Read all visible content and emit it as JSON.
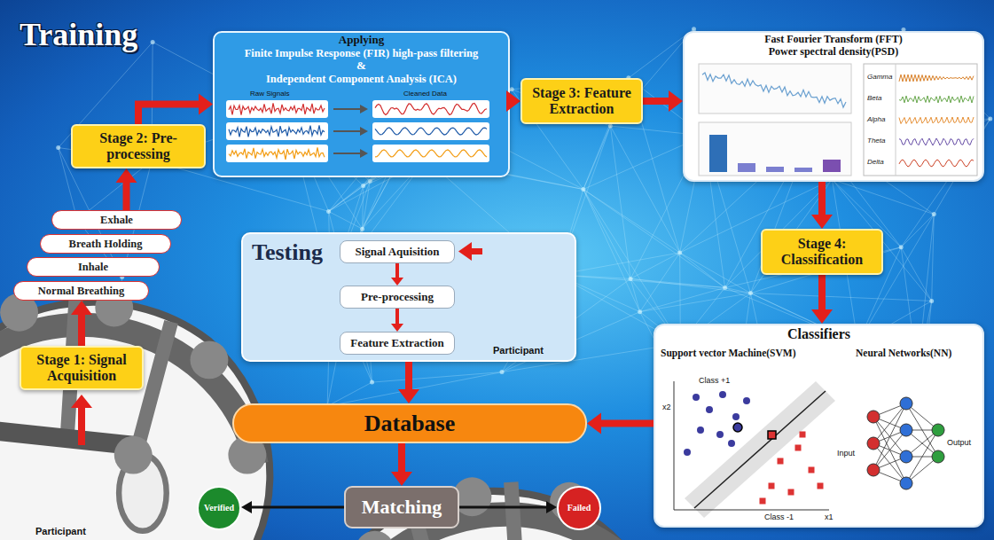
{
  "diagram": {
    "title": "Training",
    "nodes": [
      {
        "text": [
          "Stage 1: Signal Acquisition"
        ]
      },
      {
        "text": [
          "Normal Breathing"
        ]
      },
      {
        "text": [
          "Inhale"
        ]
      },
      {
        "text": [
          "Breath Holding"
        ]
      },
      {
        "text": [
          "Exhale"
        ]
      },
      {
        "text": [
          "Stage 2: Pre-processing"
        ]
      },
      {
        "text": [
          "Applying",
          "Finite Impulse Response (FIR) high-pass filtering",
          "&",
          "Independent Component Analysis (ICA)"
        ]
      },
      {
        "text": [
          "Stage 3: Feature Extraction"
        ]
      },
      {
        "text": [
          "Fast Fourier Transform (FFT)",
          "Power spectral density(PSD)"
        ]
      },
      {
        "text": [
          "Stage 4: Classification"
        ]
      },
      {
        "text": [
          "Classifiers",
          "Support vector Machine(SVM)",
          "Neural Networks(NN)"
        ]
      },
      {
        "text": [
          "Testing"
        ]
      },
      {
        "text": [
          "Signal Aquisition"
        ],
        "in": 11
      },
      {
        "text": [
          "Pre-processing"
        ],
        "in": 11
      },
      {
        "text": [
          "Feature Extraction"
        ],
        "in": 11
      },
      {
        "text": [
          "Database"
        ]
      },
      {
        "text": [
          "Matching"
        ]
      },
      {
        "text": [
          "Verified"
        ]
      },
      {
        "text": [
          "Failed"
        ]
      }
    ],
    "edges": [
      {
        "from": 0,
        "to": 1,
        "arrow": "to"
      },
      {
        "from": 4,
        "to": 5,
        "arrow": "to"
      },
      {
        "from": 5,
        "to": 6,
        "arrow": "to"
      },
      {
        "from": 6,
        "to": 7,
        "arrow": "to"
      },
      {
        "from": 7,
        "to": 8,
        "arrow": "to"
      },
      {
        "from": 8,
        "to": 9,
        "arrow": "to"
      },
      {
        "from": 9,
        "to": 10,
        "arrow": "to"
      },
      {
        "from": 10,
        "to": 15,
        "arrow": "to"
      },
      {
        "from": 11,
        "to": 15,
        "arrow": "to"
      },
      {
        "from": 15,
        "to": 16,
        "arrow": "to"
      },
      {
        "from": 16,
        "to": 17,
        "arrow": "to"
      },
      {
        "from": 16,
        "to": 18,
        "arrow": "to"
      },
      {
        "from": 12,
        "to": 13,
        "arrow": "to"
      },
      {
        "from": 13,
        "to": 14,
        "arrow": "to"
      }
    ],
    "labels": [
      "Raw Signals",
      "Cleaned Data",
      "Gamma",
      "Beta",
      "Alpha",
      "Theta",
      "Delta",
      "Class +1",
      "Class -1",
      "x1",
      "x2",
      "Input",
      "Output",
      "Participant",
      "Participant"
    ]
  }
}
